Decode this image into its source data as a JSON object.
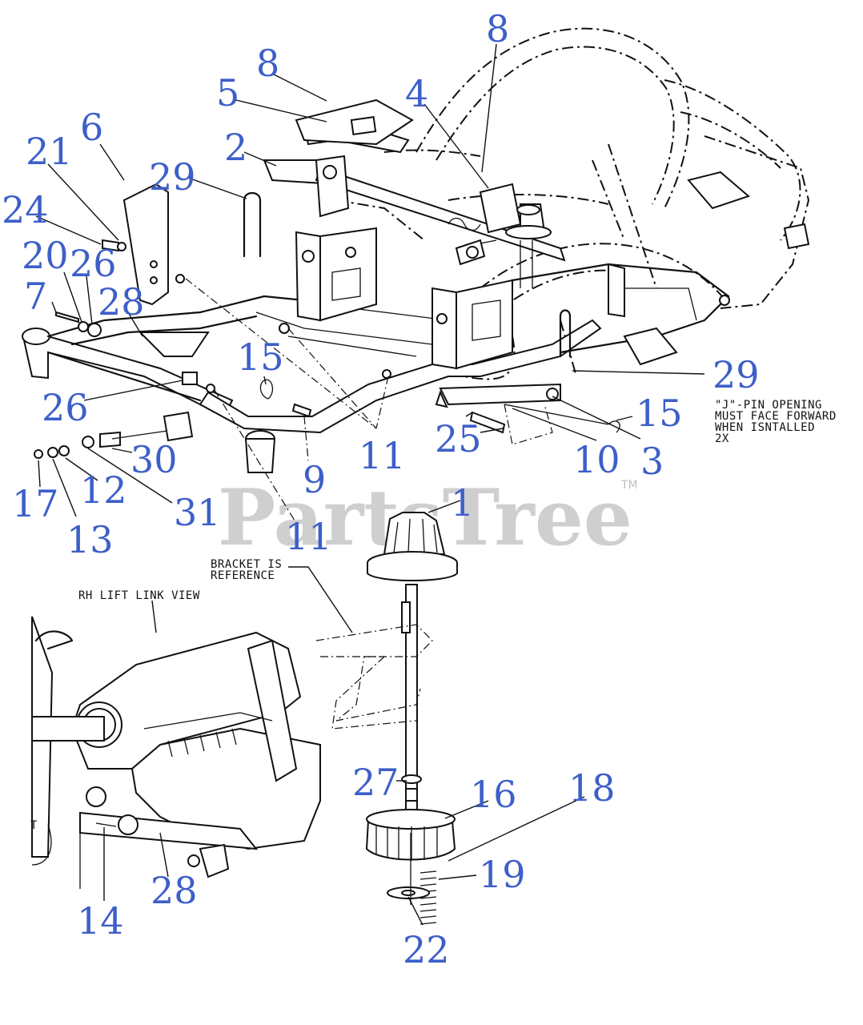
{
  "watermark": {
    "text": "PartsTree",
    "tm": "TM"
  },
  "notes": {
    "jpin": [
      "\"J\"-PIN OPENING",
      "MUST FACE FORWARD",
      "WHEN ISNTALLED",
      "2X"
    ],
    "bracket": [
      "BRACKET IS",
      "REFERENCE"
    ],
    "view": "RH LIFT LINK VIEW"
  },
  "callouts": [
    {
      "id": "c1",
      "label": "1"
    },
    {
      "id": "c2",
      "label": "2"
    },
    {
      "id": "c3",
      "label": "3"
    },
    {
      "id": "c4",
      "label": "4"
    },
    {
      "id": "c5",
      "label": "5"
    },
    {
      "id": "c6",
      "label": "6"
    },
    {
      "id": "c7",
      "label": "7"
    },
    {
      "id": "c8a",
      "label": "8"
    },
    {
      "id": "c8b",
      "label": "8"
    },
    {
      "id": "c9",
      "label": "9"
    },
    {
      "id": "c10",
      "label": "10"
    },
    {
      "id": "c11a",
      "label": "11"
    },
    {
      "id": "c11b",
      "label": "11"
    },
    {
      "id": "c12",
      "label": "12"
    },
    {
      "id": "c13",
      "label": "13"
    },
    {
      "id": "c14",
      "label": "14"
    },
    {
      "id": "c15a",
      "label": "15"
    },
    {
      "id": "c15b",
      "label": "15"
    },
    {
      "id": "c16",
      "label": "16"
    },
    {
      "id": "c17",
      "label": "17"
    },
    {
      "id": "c18",
      "label": "18"
    },
    {
      "id": "c19",
      "label": "19"
    },
    {
      "id": "c20",
      "label": "20"
    },
    {
      "id": "c21",
      "label": "21"
    },
    {
      "id": "c22",
      "label": "22"
    },
    {
      "id": "c24",
      "label": "24"
    },
    {
      "id": "c25",
      "label": "25"
    },
    {
      "id": "c26a",
      "label": "26"
    },
    {
      "id": "c26b",
      "label": "26"
    },
    {
      "id": "c27",
      "label": "27"
    },
    {
      "id": "c28a",
      "label": "28"
    },
    {
      "id": "c28b",
      "label": "28"
    },
    {
      "id": "c29a",
      "label": "29"
    },
    {
      "id": "c29b",
      "label": "29"
    },
    {
      "id": "c30",
      "label": "30"
    },
    {
      "id": "c31",
      "label": "31"
    }
  ]
}
